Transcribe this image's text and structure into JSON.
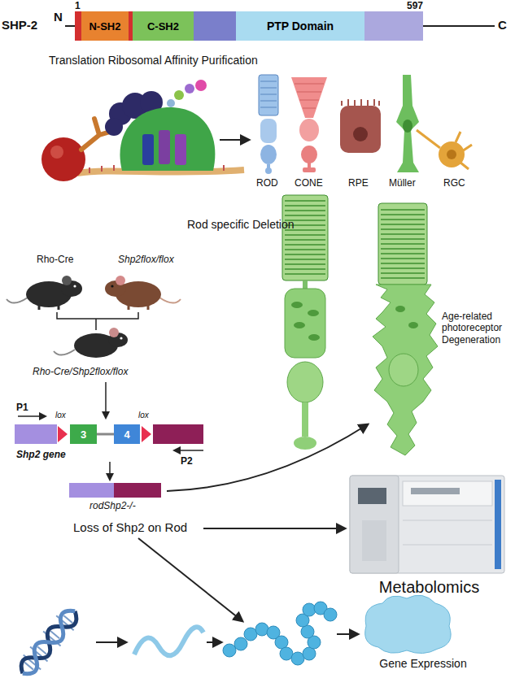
{
  "diagram": {
    "nodes": [
      {
        "text": [
          "N-SH2"
        ]
      },
      {
        "text": [
          "C-SH2"
        ]
      },
      {
        "text": [
          "PTP Domain"
        ]
      },
      {
        "text": [
          "3"
        ]
      },
      {
        "text": [
          "4"
        ]
      }
    ],
    "labels": [
      "SHP-2",
      "1",
      "597",
      "N",
      "C",
      "Translation Ribosomal Affinity Purification",
      "ROD",
      "CONE",
      "RPE",
      "Müller",
      "RGC",
      "Rod specific Deletion",
      "Rho-Cre",
      "Shp2flox/flox",
      "Age-related photoreceptor Degeneration",
      "Rho-Cre/Shp2flox/flox",
      "P1",
      "lox",
      "lox",
      "P2",
      "Shp2 gene",
      "rodShp2-/-",
      "Loss of Shp2 on Rod",
      "Metabolomics",
      "Gene Expression"
    ]
  }
}
